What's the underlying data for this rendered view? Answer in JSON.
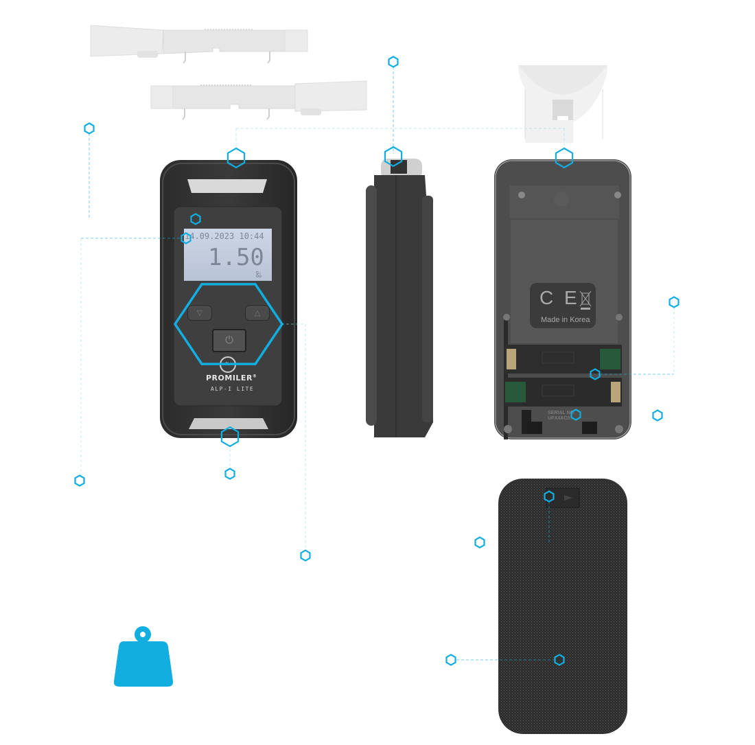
{
  "scene": {
    "description": "Breathalyzer product exploded view with interactive hotspot markers",
    "accent_color": "#12aee0",
    "connector_color": "#9fdcef",
    "background": "#ffffff"
  },
  "device_front": {
    "lcd": {
      "date_time": "14.09.2023 10:44",
      "reading": "1.50",
      "unit": "‰"
    },
    "buttons": {
      "down_label": "▽",
      "up_label": "△",
      "power_label": "⏻"
    },
    "logo_badge": "‰",
    "brand": "PROMILER",
    "brand_mark": "®",
    "model": "ALP-I LITE"
  },
  "device_back": {
    "certification_label": "C E",
    "made_in": "Made in Korea",
    "serial_label": "SERIAL NO.",
    "serial_value": "UPX4AC0..."
  },
  "weight_icon": {
    "name": "weight-icon",
    "color": "#12aee0"
  },
  "hotspots": [
    {
      "id": "hs-mouthpiece-top",
      "kind": "small"
    },
    {
      "id": "hs-left-top",
      "kind": "small"
    },
    {
      "id": "hs-front-top",
      "kind": "large"
    },
    {
      "id": "hs-side-top",
      "kind": "large"
    },
    {
      "id": "hs-back-top",
      "kind": "large"
    },
    {
      "id": "hs-led",
      "kind": "small"
    },
    {
      "id": "hs-lcd",
      "kind": "small"
    },
    {
      "id": "hs-keypad",
      "kind": "xlarge"
    },
    {
      "id": "hs-front-bottom",
      "kind": "large"
    },
    {
      "id": "hs-front-bottom-label",
      "kind": "small"
    },
    {
      "id": "hs-left-bottom",
      "kind": "small"
    },
    {
      "id": "hs-keypad-label",
      "kind": "small"
    },
    {
      "id": "hs-battery",
      "kind": "small"
    },
    {
      "id": "hs-battery-label",
      "kind": "small"
    },
    {
      "id": "hs-serial",
      "kind": "small"
    },
    {
      "id": "hs-right-lower",
      "kind": "small"
    },
    {
      "id": "hs-cover-latch",
      "kind": "small"
    },
    {
      "id": "hs-cover-left",
      "kind": "small"
    },
    {
      "id": "hs-cover-body",
      "kind": "small"
    },
    {
      "id": "hs-cover-body-label",
      "kind": "small"
    }
  ]
}
